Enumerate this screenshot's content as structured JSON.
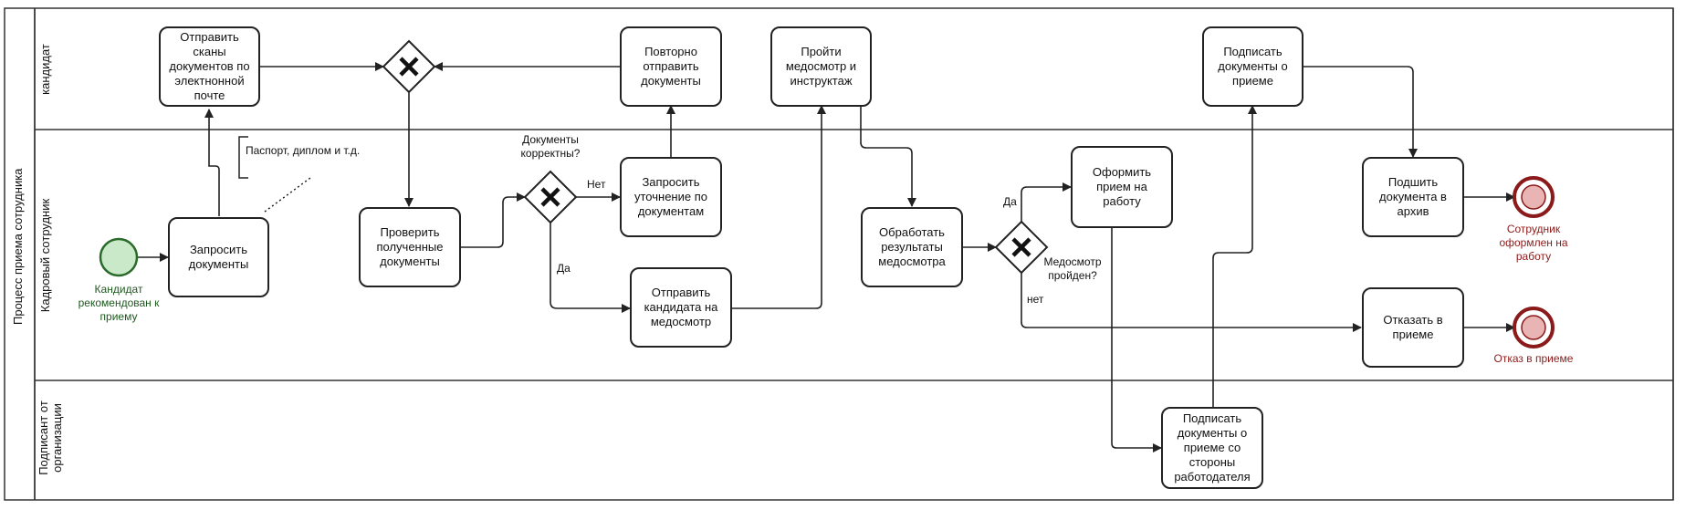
{
  "pool": {
    "title": "Процесс приема сотрудника"
  },
  "lanes": {
    "candidate": "кандидат",
    "hr": "Кадровый сотрудник",
    "signer": "Подписант от организации"
  },
  "tasks": {
    "send_scans": "Отправить сканы документов по электнонной почте",
    "resend_docs": "Повторно отправить документы",
    "medical_pass": "Пройти медосмотр и инструктаж",
    "sign_docs": "Подписать документы о приеме",
    "request_docs": "Запросить документы",
    "check_docs": "Проверить полученные документы",
    "request_clarification": "Запросить уточнение по документам",
    "send_medical": "Отправить кандидата на медосмотр",
    "process_medical": "Обработать результаты медосмотра",
    "formalize": "Оформить прием на работу",
    "archive": "Подшить документа в архив",
    "reject": "Отказать в приеме",
    "employer_sign": "Подписать документы о приеме со стороны работодателя"
  },
  "events": {
    "start": "Кандидат рекомендован к приему",
    "end_hired": "Сотрудник оформлен на работу",
    "end_rejected": "Отказ в приеме"
  },
  "gateways": {
    "docs_ok_question": "Документы корректны?",
    "medical_question": "Медосмотр пройден?"
  },
  "flow_labels": {
    "no": "Нет",
    "yes": "Да",
    "yes2": "Да",
    "no2": "нет"
  },
  "annotation": {
    "text": "Паспорт, диплом и т.д."
  },
  "colors": {
    "start_fill": "#c9e9c9",
    "start_stroke": "#2a6a2a",
    "end_fill": "#e8b4b4",
    "end_stroke": "#8b1a1a",
    "line": "#222222"
  }
}
